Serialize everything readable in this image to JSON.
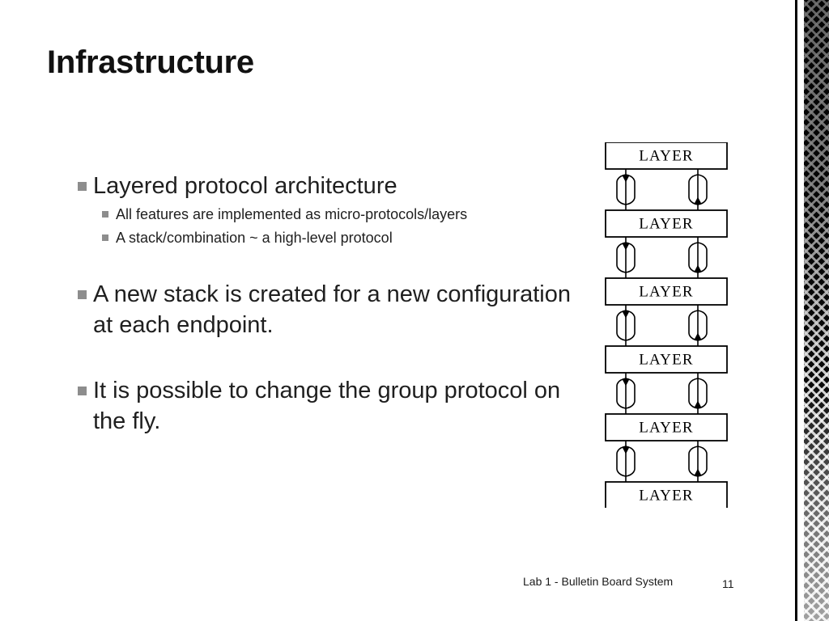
{
  "slide": {
    "title": "Infrastructure",
    "page_number": "11",
    "footer": "Lab 1 - Bulletin Board System",
    "background_color": "#ffffff",
    "title_color": "#111111",
    "body_text_color": "#1f1f1f",
    "bullet_marker_color": "#8d8d8d"
  },
  "body": {
    "groups": [
      {
        "level1": "Layered protocol architecture",
        "level2": [
          "All features are implemented as micro-protocols/layers",
          "A stack/combination ~ a high-level protocol"
        ]
      },
      {
        "level1": "A new stack is created for a new configuration at each endpoint.",
        "level2": []
      },
      {
        "level1": "It is possible to change the group protocol on the fly.",
        "level2": []
      }
    ]
  },
  "diagram": {
    "name": "layered-protocol-stack",
    "layer_label": "LAYER",
    "layer_count": 6,
    "connector_count": 5,
    "labels": [
      "LAYER",
      "LAYER",
      "LAYER",
      "LAYER",
      "LAYER",
      "LAYER"
    ],
    "left_channel_direction": "down",
    "right_channel_direction": "up",
    "stroke_color": "#000000",
    "fill_color": "#ffffff"
  },
  "decoration": {
    "edge_line_color": "#000000",
    "edge_band_pattern": "diamond-mesh",
    "edge_band_base_color": "#0a0a0a"
  }
}
